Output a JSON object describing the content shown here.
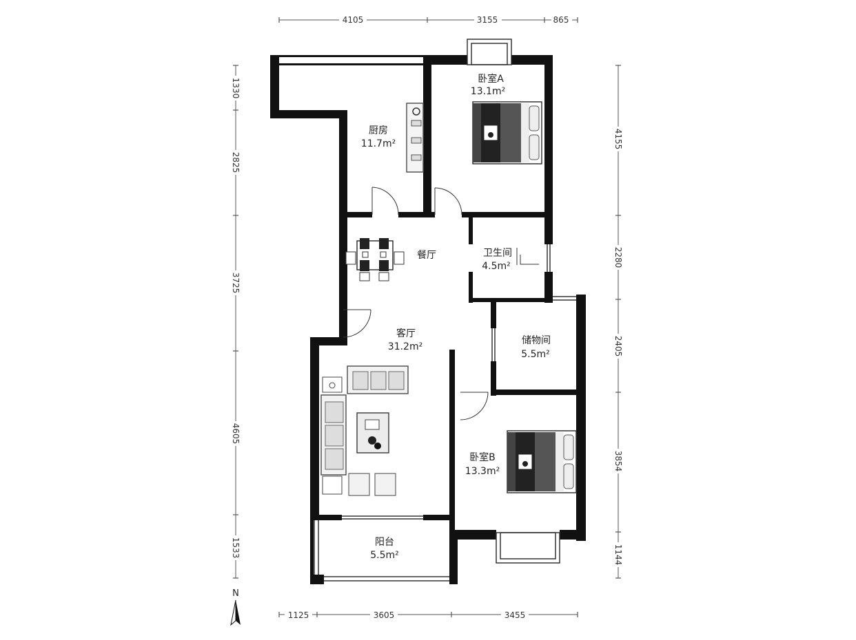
{
  "dimensions": {
    "top": [
      "4105",
      "3155",
      "865"
    ],
    "bottom": [
      "1125",
      "3605",
      "3455"
    ],
    "left": [
      "1330",
      "2825",
      "3725",
      "4605",
      "1533"
    ],
    "right": [
      "4155",
      "2280",
      "2405",
      "3854",
      "1144"
    ]
  },
  "rooms": {
    "bedroom_a": {
      "name": "卧室A",
      "area": "13.1m²"
    },
    "kitchen": {
      "name": "厨房",
      "area": "11.7m²"
    },
    "dining": {
      "name": "餐厅"
    },
    "bathroom": {
      "name": "卫生间",
      "area": "4.5m²"
    },
    "living": {
      "name": "客厅",
      "area": "31.2m²"
    },
    "storage": {
      "name": "储物间",
      "area": "5.5m²"
    },
    "bedroom_b": {
      "name": "卧室B",
      "area": "13.3m²"
    },
    "balcony": {
      "name": "阳台",
      "area": "5.5m²"
    }
  },
  "compass": {
    "label": "N"
  },
  "icons": [
    "north-arrow-icon",
    "bed-icon",
    "sofa-icon",
    "dining-table-icon",
    "stove-icon"
  ],
  "colors": {
    "wall": "#111111",
    "line": "#333333",
    "background": "#ffffff"
  }
}
